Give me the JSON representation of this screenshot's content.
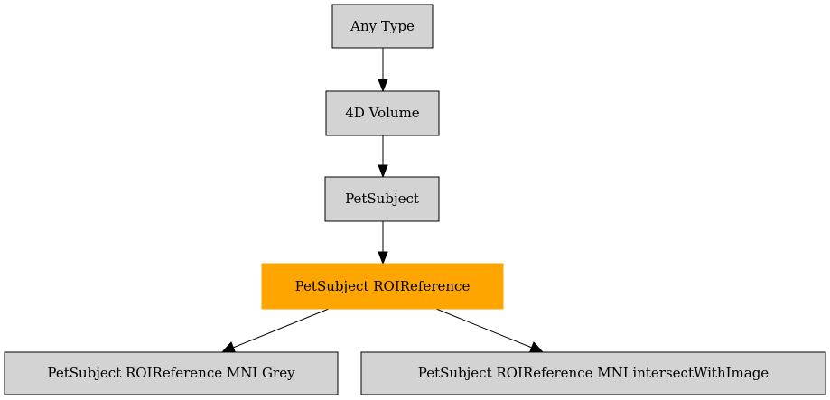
{
  "diagram": {
    "nodes": {
      "any_type": "Any Type",
      "volume_4d": "4D Volume",
      "pet_subject": "PetSubject",
      "roi_reference": "PetSubject ROIReference",
      "mni_grey": "PetSubject ROIReference MNI Grey",
      "mni_intersect": "PetSubject ROIReference MNI intersectWithImage"
    },
    "colors": {
      "node_fill": "#d3d3d3",
      "highlight_fill": "#ffa500",
      "stroke": "#000000"
    }
  }
}
